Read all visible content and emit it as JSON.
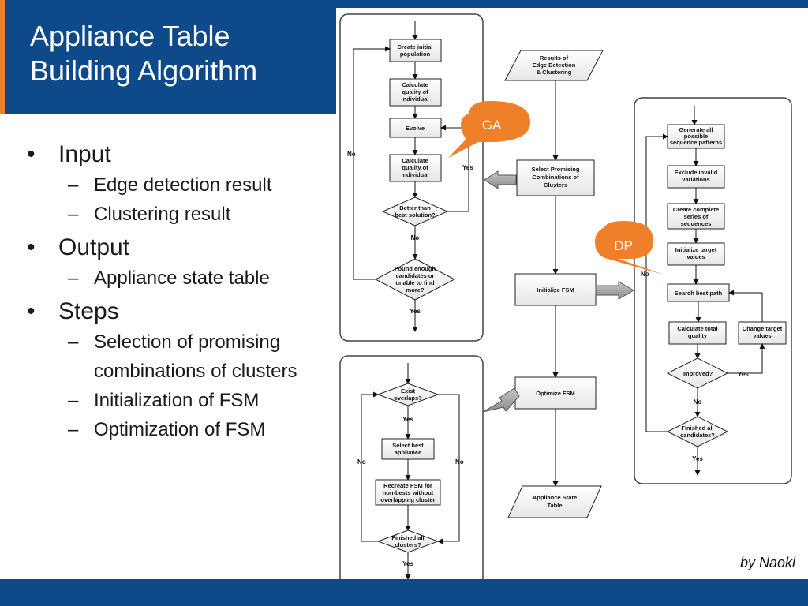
{
  "title": {
    "line1": "Appliance Table",
    "line2": "Building Algorithm"
  },
  "colors": {
    "header": "#0e4a8a",
    "accent": "#f07f2a",
    "callout": "#f07f2a"
  },
  "bullets": [
    {
      "label": "Input",
      "children": [
        "Edge detection result",
        "Clustering result"
      ]
    },
    {
      "label": "Output",
      "children": [
        "Appliance state table"
      ]
    },
    {
      "label": "Steps",
      "children": [
        "Selection of promising combinations of clusters",
        "Initialization of FSM",
        "Optimization of FSM"
      ]
    }
  ],
  "diagram": {
    "main": {
      "results": [
        "Results of",
        "Edge Detection",
        "& Clustering"
      ],
      "select": [
        "Select Promising",
        "Combinations of",
        "Clusters"
      ],
      "init": "Initialize FSM",
      "optimize": "Optimize FSM",
      "output": [
        "Appliance State",
        "Table"
      ]
    },
    "ga": {
      "create": [
        "Create initial",
        "population"
      ],
      "calc1": [
        "Calculate",
        "quality of",
        "individual"
      ],
      "evolve": "Evolve",
      "calc2": [
        "Calculate",
        "quality of",
        "individual"
      ],
      "better": [
        "Better than",
        "best solution?"
      ],
      "found": [
        "Found enough",
        "candidates or",
        "unable to find",
        "more?"
      ],
      "no1": "No",
      "yes1": "Yes",
      "no2": "No",
      "yes2": "Yes"
    },
    "dp": {
      "generate": [
        "Generate all",
        "possible",
        "sequence patterns"
      ],
      "exclude": [
        "Exclude invalid",
        "variations"
      ],
      "create": [
        "Create complete",
        "series of",
        "sequences"
      ],
      "init": [
        "Initialize target",
        "values"
      ],
      "search": "Search best path",
      "calc": [
        "Calculate total",
        "quality"
      ],
      "change": [
        "Change target",
        "values"
      ],
      "improved": "Improved?",
      "finished": [
        "Finished all",
        "candidates?"
      ],
      "no1": "No",
      "yes1": "Yes",
      "no2": "No",
      "yes2": "Yes"
    },
    "opt": {
      "exist": [
        "Exist",
        "overlaps?"
      ],
      "select": [
        "Select best",
        "appliance"
      ],
      "recreate": [
        "Recreate FSM for",
        "non-bests without",
        "overlapping cluster"
      ],
      "finished": [
        "Finished all",
        "clusters?"
      ],
      "yes1": "Yes",
      "no1": "No",
      "no2": "No",
      "yes2": "Yes"
    },
    "callouts": {
      "ga": "GA",
      "dp": "DP"
    }
  },
  "credit": "by Naoki"
}
